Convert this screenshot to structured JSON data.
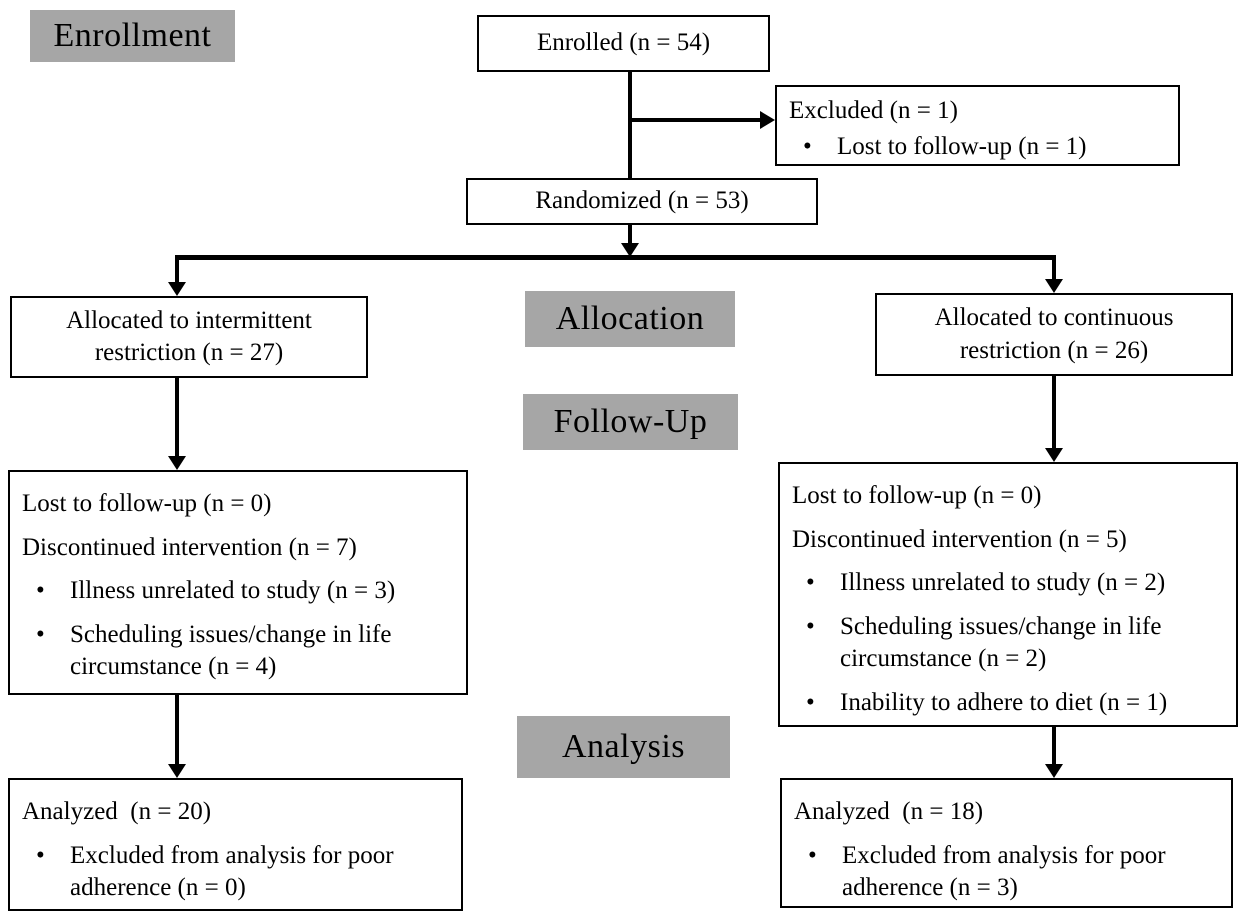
{
  "diagram": {
    "bullet_char": "•",
    "stage_labels": {
      "enrollment": "Enrollment",
      "allocation": "Allocation",
      "followup": "Follow-Up",
      "analysis": "Analysis"
    },
    "enrolled": {
      "text": "Enrolled (n = 54)"
    },
    "excluded": {
      "title": "Excluded (n = 1)",
      "bullets": [
        "Lost to follow-up (n = 1)"
      ]
    },
    "randomized": {
      "text": "Randomized (n = 53)"
    },
    "allocation_left": {
      "text": "Allocated to intermittent\nrestriction (n = 27)"
    },
    "allocation_right": {
      "text": "Allocated to continuous\nrestriction (n = 26)"
    },
    "followup_left": {
      "lines": [
        "Lost to follow-up (n = 0)",
        "Discontinued intervention (n = 7)"
      ],
      "bullets": [
        "Illness unrelated to study (n = 3)",
        "Scheduling issues/change in life circumstance (n = 4)"
      ]
    },
    "followup_right": {
      "lines": [
        "Lost to follow-up (n = 0)",
        "Discontinued intervention (n = 5)"
      ],
      "bullets": [
        "Illness unrelated to study (n = 2)",
        "Scheduling issues/change in life circumstance (n = 2)",
        "Inability to adhere to diet (n = 1)"
      ]
    },
    "analysis_left": {
      "title": "Analyzed  (n = 20)",
      "bullets": [
        "Excluded from analysis for poor adherence (n = 0)"
      ]
    },
    "analysis_right": {
      "title": "Analyzed  (n = 18)",
      "bullets": [
        "Excluded from analysis for poor adherence (n = 3)"
      ]
    },
    "colors": {
      "stage_label_bg": "#a6a6a6",
      "box_bg": "#ffffff",
      "box_border": "#000000",
      "text": "#000000",
      "connector": "#000000"
    }
  }
}
